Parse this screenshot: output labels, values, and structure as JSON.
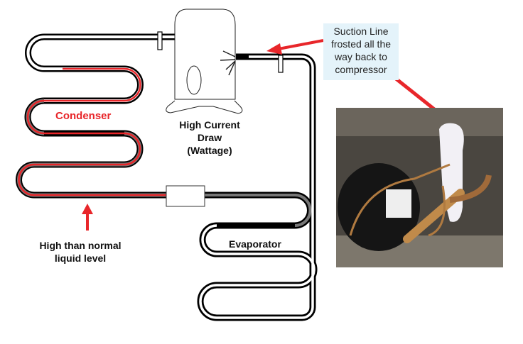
{
  "labels": {
    "condenser": "Condenser",
    "compressor": "High Current Draw (Wattage)",
    "liquid_level": "High than normal liquid level",
    "evaporator": "Evaporator",
    "callout": "Suction Line frosted all the way back to compressor"
  },
  "colors": {
    "accent": "#e8262a",
    "callout_bg": "#e4f3fa"
  }
}
